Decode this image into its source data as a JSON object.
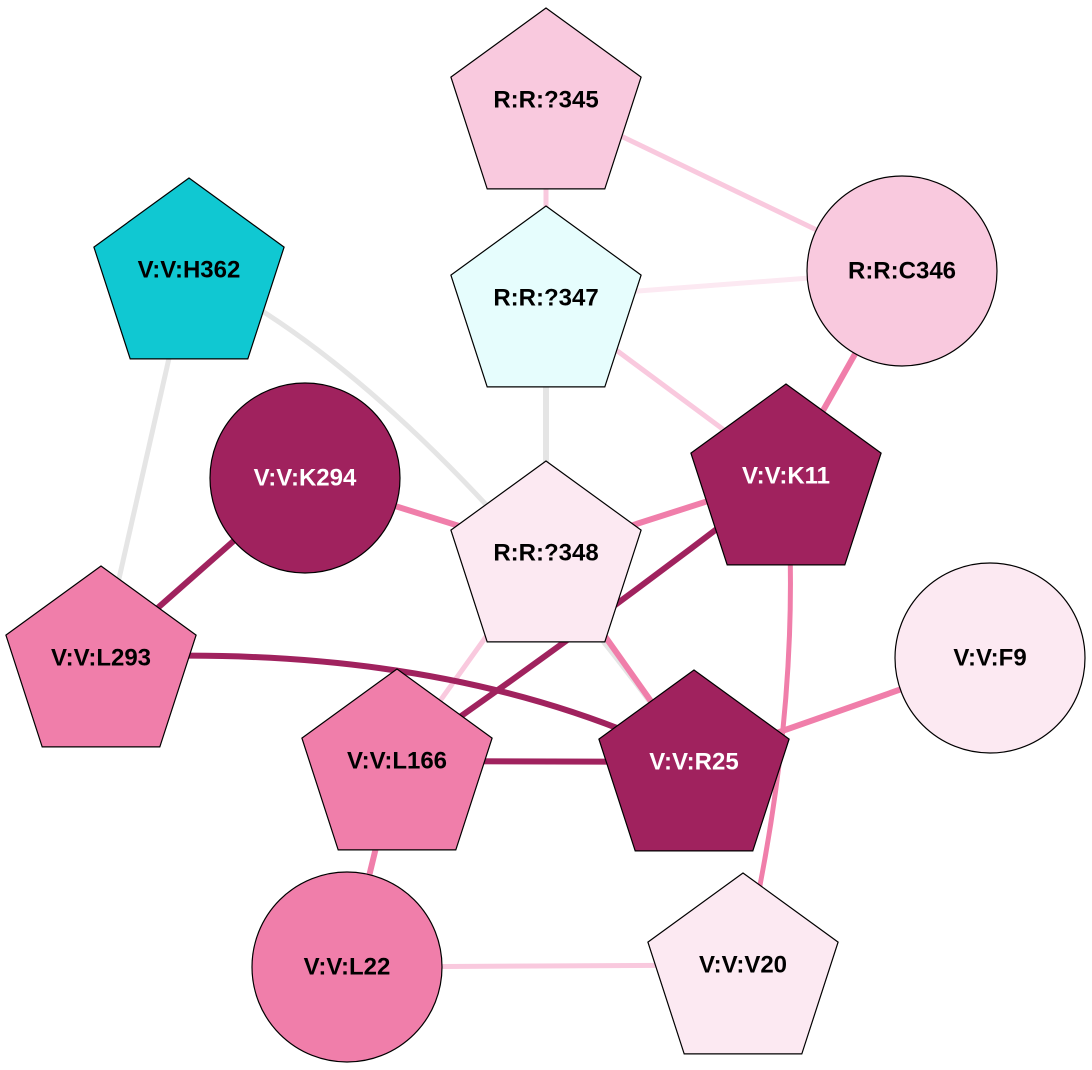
{
  "colors": {
    "cyan": "#10c8d2",
    "light_cyan": "#e6fdfd",
    "pale_pink": "#fce9f2",
    "light_pink": "#f9c9de",
    "pink": "#f07eaa",
    "magenta": "#a0225e",
    "gray_edge": "#e5e5e5"
  },
  "nodes": [
    {
      "id": "R345",
      "label": "R:R:?345",
      "shape": "pentagon",
      "fill": "#f9c9de",
      "text_color": "#000000"
    },
    {
      "id": "R347",
      "label": "R:R:?347",
      "shape": "pentagon",
      "fill": "#e6fdfd",
      "text_color": "#000000"
    },
    {
      "id": "C346",
      "label": "R:R:C346",
      "shape": "circle",
      "fill": "#f9c9de",
      "text_color": "#000000"
    },
    {
      "id": "H362",
      "label": "V:V:H362",
      "shape": "pentagon",
      "fill": "#10c8d2",
      "text_color": "#000000"
    },
    {
      "id": "K294",
      "label": "V:V:K294",
      "shape": "circle",
      "fill": "#a0225e",
      "text_color": "#ffffff"
    },
    {
      "id": "R348",
      "label": "R:R:?348",
      "shape": "pentagon",
      "fill": "#fce9f2",
      "text_color": "#000000"
    },
    {
      "id": "K11",
      "label": "V:V:K11",
      "shape": "pentagon",
      "fill": "#a0225e",
      "text_color": "#ffffff"
    },
    {
      "id": "F9",
      "label": "V:V:F9",
      "shape": "circle",
      "fill": "#fce9f2",
      "text_color": "#000000"
    },
    {
      "id": "L293",
      "label": "V:V:L293",
      "shape": "pentagon",
      "fill": "#f07eaa",
      "text_color": "#000000"
    },
    {
      "id": "L166",
      "label": "V:V:L166",
      "shape": "pentagon",
      "fill": "#f07eaa",
      "text_color": "#000000"
    },
    {
      "id": "R25",
      "label": "V:V:R25",
      "shape": "pentagon",
      "fill": "#a0225e",
      "text_color": "#ffffff"
    },
    {
      "id": "L22",
      "label": "V:V:L22",
      "shape": "circle",
      "fill": "#f07eaa",
      "text_color": "#000000"
    },
    {
      "id": "V20",
      "label": "V:V:V20",
      "shape": "pentagon",
      "fill": "#fce9f2",
      "text_color": "#000000"
    }
  ],
  "edges": [
    {
      "source": "R345",
      "target": "R347",
      "color": "#f9c9de",
      "weight": 5
    },
    {
      "source": "R345",
      "target": "C346",
      "color": "#f9c9de",
      "weight": 5
    },
    {
      "source": "R347",
      "target": "C346",
      "color": "#fce9f2",
      "weight": 5
    },
    {
      "source": "R347",
      "target": "K11",
      "color": "#f9c9de",
      "weight": 5
    },
    {
      "source": "R347",
      "target": "R348",
      "color": "#e5e5e5",
      "weight": 6
    },
    {
      "source": "C346",
      "target": "K11",
      "color": "#f07eaa",
      "weight": 6
    },
    {
      "source": "H362",
      "target": "L293",
      "color": "#e5e5e5",
      "weight": 5
    },
    {
      "source": "H362",
      "target": "R25",
      "color": "#e5e5e5",
      "weight": 5
    },
    {
      "source": "K294",
      "target": "R348",
      "color": "#f07eaa",
      "weight": 6
    },
    {
      "source": "K294",
      "target": "L293",
      "color": "#a0225e",
      "weight": 6
    },
    {
      "source": "R348",
      "target": "K11",
      "color": "#f07eaa",
      "weight": 6
    },
    {
      "source": "R348",
      "target": "R25",
      "color": "#f07eaa",
      "weight": 6
    },
    {
      "source": "R348",
      "target": "L166",
      "color": "#f9c9de",
      "weight": 5
    },
    {
      "source": "K11",
      "target": "L166",
      "color": "#a0225e",
      "weight": 6
    },
    {
      "source": "K11",
      "target": "V20",
      "color": "#f07eaa",
      "weight": 5
    },
    {
      "source": "F9",
      "target": "R25",
      "color": "#f07eaa",
      "weight": 6
    },
    {
      "source": "L293",
      "target": "R25",
      "color": "#a0225e",
      "weight": 6
    },
    {
      "source": "L166",
      "target": "R25",
      "color": "#a0225e",
      "weight": 6
    },
    {
      "source": "L166",
      "target": "L22",
      "color": "#f07eaa",
      "weight": 6
    },
    {
      "source": "L22",
      "target": "V20",
      "color": "#f9c9de",
      "weight": 5
    }
  ]
}
